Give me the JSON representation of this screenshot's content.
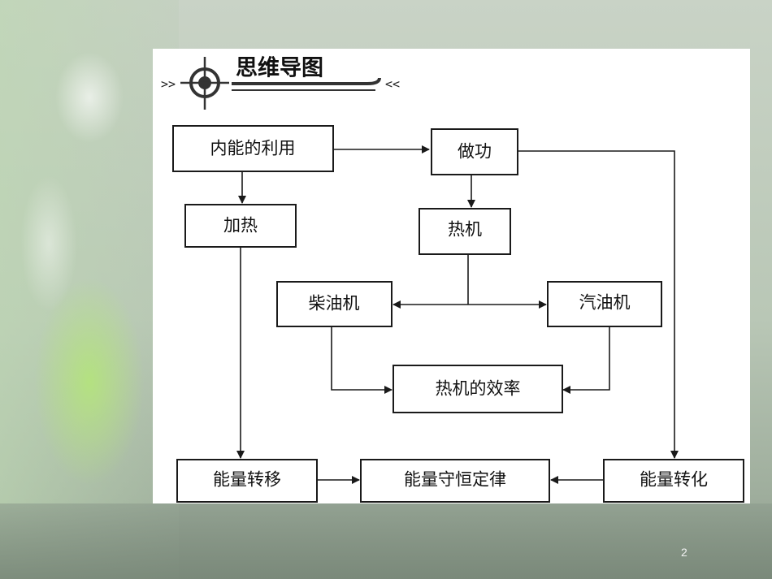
{
  "header": {
    "title": "思维导图",
    "left_chevrons": ">>",
    "right_chevrons": "<<"
  },
  "nodes": {
    "internal_energy_use": "内能的利用",
    "heating": "加热",
    "work": "做功",
    "heat_engine": "热机",
    "diesel_engine": "柴油机",
    "gasoline_engine": "汽油机",
    "engine_efficiency": "热机的效率",
    "energy_transfer": "能量转移",
    "energy_conservation": "能量守恒定律",
    "energy_conversion": "能量转化"
  },
  "page_number": "2"
}
